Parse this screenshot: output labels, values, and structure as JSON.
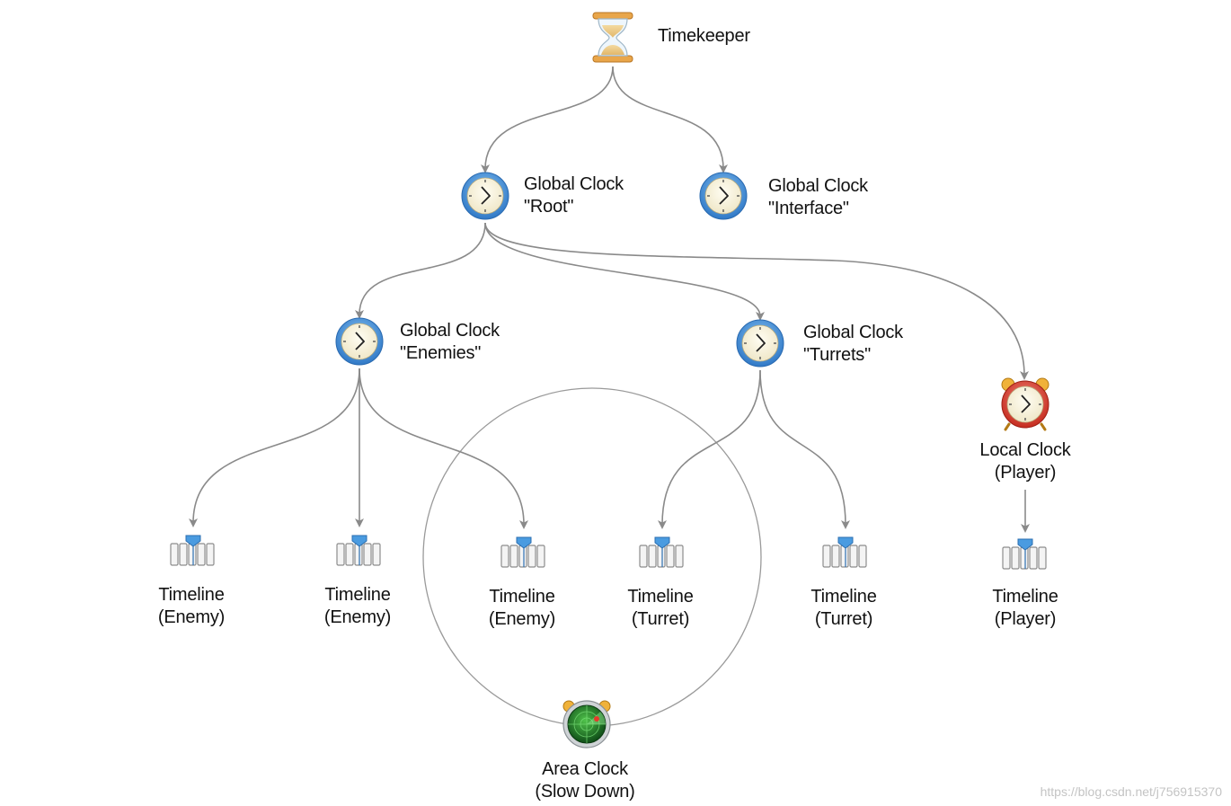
{
  "nodes": {
    "timekeeper": {
      "line1": "Timekeeper"
    },
    "clock_root": {
      "line1": "Global Clock",
      "line2": "\"Root\""
    },
    "clock_interface": {
      "line1": "Global Clock",
      "line2": "\"Interface\""
    },
    "clock_enemies": {
      "line1": "Global Clock",
      "line2": "\"Enemies\""
    },
    "clock_turrets": {
      "line1": "Global Clock",
      "line2": "\"Turrets\""
    },
    "local_clock_player": {
      "line1": "Local Clock",
      "line2": "(Player)"
    },
    "timeline_enemy_1": {
      "line1": "Timeline",
      "line2": "(Enemy)"
    },
    "timeline_enemy_2": {
      "line1": "Timeline",
      "line2": "(Enemy)"
    },
    "timeline_enemy_3": {
      "line1": "Timeline",
      "line2": "(Enemy)"
    },
    "timeline_turret_1": {
      "line1": "Timeline",
      "line2": "(Turret)"
    },
    "timeline_turret_2": {
      "line1": "Timeline",
      "line2": "(Turret)"
    },
    "timeline_player": {
      "line1": "Timeline",
      "line2": "(Player)"
    },
    "area_clock": {
      "line1": "Area Clock",
      "line2": "(Slow Down)"
    }
  },
  "watermark": "https://blog.csdn.net/j756915370",
  "colors": {
    "edge": "#8a8a8a",
    "global_clock": "#3f8fd8",
    "local_clock": "#d8392b",
    "area_clock": "#1e7a2e",
    "timeline_marker": "#4a9be0"
  }
}
